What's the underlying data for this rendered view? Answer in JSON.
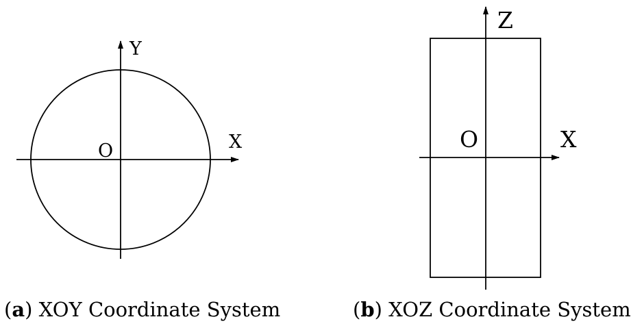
{
  "panel_a": {
    "origin_label": "O",
    "x_label": "X",
    "y_label": "Y",
    "caption_open": "(",
    "caption_letter": "a",
    "caption_close": ")",
    "caption_text": " XOY Coordinate System"
  },
  "panel_b": {
    "origin_label": "O",
    "x_label": "X",
    "z_label": "Z",
    "caption_open": "(",
    "caption_letter": "b",
    "caption_close": ")",
    "caption_text": " XOZ Coordinate System"
  }
}
